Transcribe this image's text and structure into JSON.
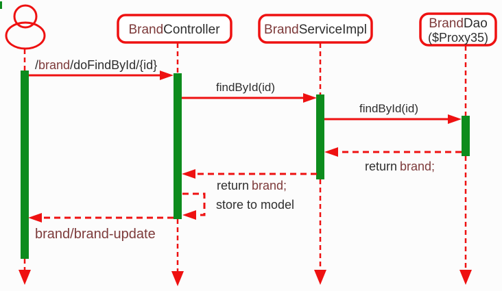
{
  "colors": {
    "red": "#ee1111",
    "green": "#0d8c1d",
    "maroon": "#7d3a3a",
    "dark": "#2e2e2e",
    "background": "#fcfcfc"
  },
  "participants": {
    "actor": {
      "kind": "user-actor"
    },
    "controller": {
      "accent": "Brand",
      "rest": "Controller"
    },
    "service": {
      "accent": "Brand",
      "rest": "ServiceImpl"
    },
    "dao": {
      "accent": "Brand",
      "rest": "Dao",
      "sub": "($Proxy35)"
    }
  },
  "messages": {
    "request": {
      "pre": "/",
      "accent": "brand",
      "post": "/doFindById/{id}",
      "style": "solid",
      "from": "actor",
      "to": "controller"
    },
    "find_controller_service": {
      "text": "findById(id)",
      "style": "solid",
      "from": "controller",
      "to": "service"
    },
    "find_service_dao": {
      "text": "findById(id)",
      "style": "solid",
      "from": "service",
      "to": "dao"
    },
    "return_dao_service": {
      "pre": "return",
      "accent": "brand;",
      "style": "dashed",
      "from": "dao",
      "to": "service"
    },
    "return_service_controller": {
      "pre": "return",
      "accent": "brand;",
      "style": "dashed",
      "from": "service",
      "to": "controller"
    },
    "store_to_model": {
      "text": "store to model",
      "style": "dashed-self",
      "from": "controller",
      "to": "controller"
    },
    "view_response": {
      "accent": "brand/brand-update",
      "style": "dashed",
      "from": "controller",
      "to": "actor"
    }
  }
}
